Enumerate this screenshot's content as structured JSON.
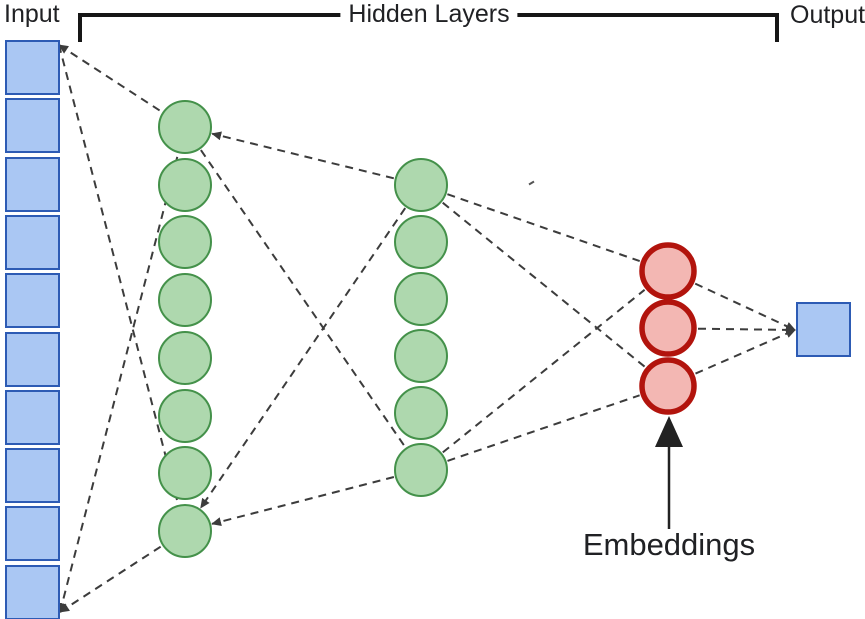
{
  "labels": {
    "input": "Input",
    "hidden": "Hidden Layers",
    "output": "Output",
    "embeddings": "Embeddings"
  },
  "colors": {
    "input_fill": "#aac7f3",
    "input_stroke": "#2d5bb4",
    "hidden_fill": "#aed8ae",
    "hidden_stroke": "#44914a",
    "embeddings_fill": "#f3b7b3",
    "embeddings_stroke": "#b2140d",
    "output_fill": "#aac7f3",
    "output_stroke": "#2d5bb4",
    "edge": "#3c3c3c",
    "bracket": "#161616",
    "arrow": "#222222",
    "text": "#202124"
  },
  "layers": {
    "input": {
      "shape": "square",
      "count": 10
    },
    "hidden1": {
      "shape": "circle",
      "count": 8
    },
    "hidden2": {
      "shape": "circle",
      "count": 6
    },
    "embeddings": {
      "shape": "circle",
      "count": 3
    },
    "output": {
      "shape": "square",
      "count": 1
    }
  },
  "edges": [
    {
      "from": "input-top-right",
      "to": "hidden1-first",
      "arrow_at": "from"
    },
    {
      "from": "input-top-right",
      "to": "hidden1-last",
      "arrow_at": "none"
    },
    {
      "from": "input-bottom-right",
      "to": "hidden1-first",
      "arrow_at": "from"
    },
    {
      "from": "input-bottom-right",
      "to": "hidden1-last",
      "arrow_at": "from"
    },
    {
      "from": "hidden2-first",
      "to": "hidden1-first",
      "arrow_at": "to"
    },
    {
      "from": "hidden1-first",
      "to": "hidden2-last",
      "arrow_at": "none"
    },
    {
      "from": "hidden2-first",
      "to": "hidden1-last",
      "arrow_at": "to"
    },
    {
      "from": "hidden2-last",
      "to": "hidden1-last",
      "arrow_at": "to"
    },
    {
      "from": "hidden2-first",
      "to": "embeddings-first",
      "arrow_at": "none"
    },
    {
      "from": "hidden2-first",
      "to": "embeddings-last",
      "arrow_at": "none"
    },
    {
      "from": "hidden2-last",
      "to": "embeddings-first",
      "arrow_at": "none"
    },
    {
      "from": "hidden2-last",
      "to": "embeddings-last",
      "arrow_at": "none"
    },
    {
      "from": "embeddings-first",
      "to": "output-node",
      "arrow_at": "to"
    },
    {
      "from": "embeddings-middle",
      "to": "output-node",
      "arrow_at": "to"
    },
    {
      "from": "embeddings-last",
      "to": "output-node",
      "arrow_at": "to"
    }
  ]
}
